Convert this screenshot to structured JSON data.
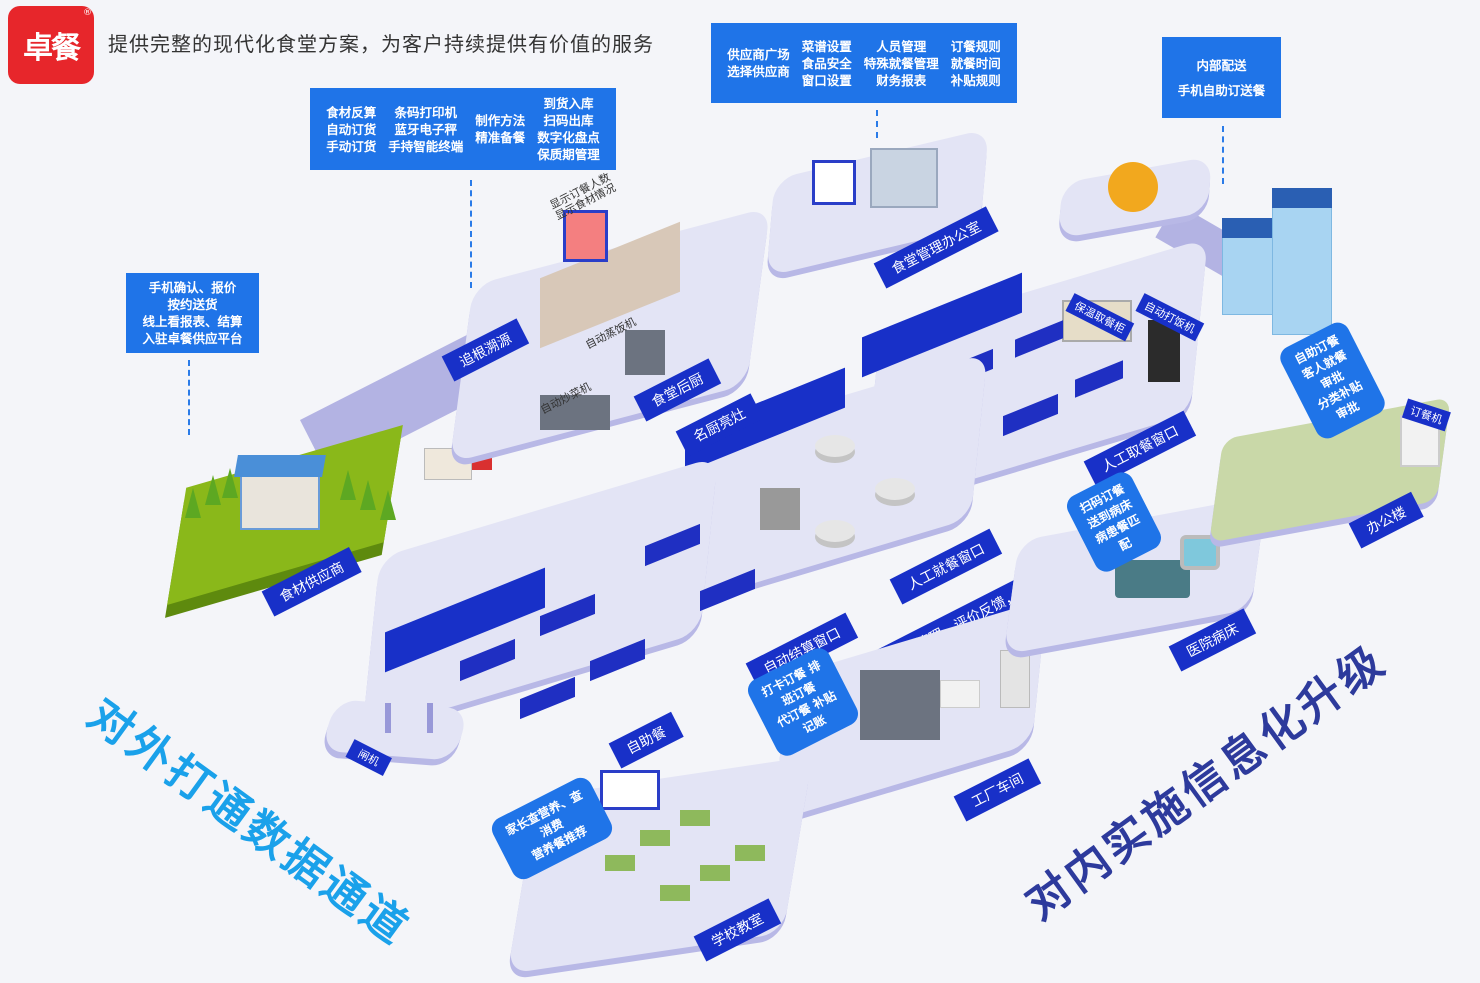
{
  "header": {
    "logo_text": "卓餐",
    "logo_mark": "®",
    "tagline": "提供完整的现代化食堂方案，为客户持续提供有价值的服务"
  },
  "info_boxes": {
    "supplier_platform": [
      "手机确认、报价",
      "按约送货",
      "线上看报表、结算",
      "入驻卓餐供应平台"
    ],
    "kitchen": {
      "col1": [
        "食材反算",
        "自动订货",
        "手动订货"
      ],
      "col2": [
        "条码打印机",
        "蓝牙电子秤",
        "手持智能终端"
      ],
      "col3": [
        "制作方法",
        "精准备餐"
      ],
      "col4": [
        "到货入库",
        "扫码出库",
        "数字化盘点",
        "保质期管理"
      ]
    },
    "office": {
      "col1": [
        "供应商广场",
        "选择供应商"
      ],
      "col2": [
        "菜谱设置",
        "食品安全",
        "窗口设置"
      ],
      "col3": [
        "人员管理",
        "特殊就餐管理",
        "财务报表"
      ],
      "col4": [
        "订餐规则",
        "就餐时间",
        "补贴规则"
      ]
    },
    "delivery": [
      "内部配送",
      "手机自助订送餐"
    ]
  },
  "zones": {
    "supplier": "食材供应商",
    "traceability": "追根溯源",
    "kitchen": "食堂后厨",
    "auto_steamer": "自动蒸饭机",
    "auto_wok": "自动炒菜机",
    "display_screen": [
      "显示订餐人数",
      "显示食材情况"
    ],
    "office": "食堂管理办公室",
    "famous_chef": "名厨亮灶",
    "warm_cabinet": "保温取餐柜",
    "auto_rice": "自动打饭机",
    "manual_pickup": "人工取餐窗口",
    "manual_dining": "人工就餐窗口",
    "auto_checkout": "自动结算窗口",
    "feedback": "评论管理，评价反馈，公告接收",
    "buffet": "自助餐",
    "gate": "闸机",
    "factory": "工厂车间",
    "school": "学校教室",
    "hospital": "医院病床",
    "office_building": "办公楼",
    "order_machine": "订餐机"
  },
  "bubbles": {
    "office_building": [
      "自助订餐",
      "客人就餐审批",
      "分类补贴审批"
    ],
    "hospital": [
      "扫码订餐",
      "送到病床",
      "病患餐匹配"
    ],
    "factory": [
      "打卡订餐 排班订餐",
      "代订餐 补贴记账"
    ],
    "school": [
      "家长查营养、查消费",
      "营养餐推荐"
    ]
  },
  "slogans": {
    "external": "对外打通数据通道",
    "internal": "对内实施信息化升级"
  },
  "colors": {
    "brand_red": "#e7262b",
    "info_blue": "#1f74e8",
    "tag_navy": "#1830c8",
    "slogan_cyan": "#1aa1ea",
    "slogan_indigo": "#2d3a9c"
  }
}
